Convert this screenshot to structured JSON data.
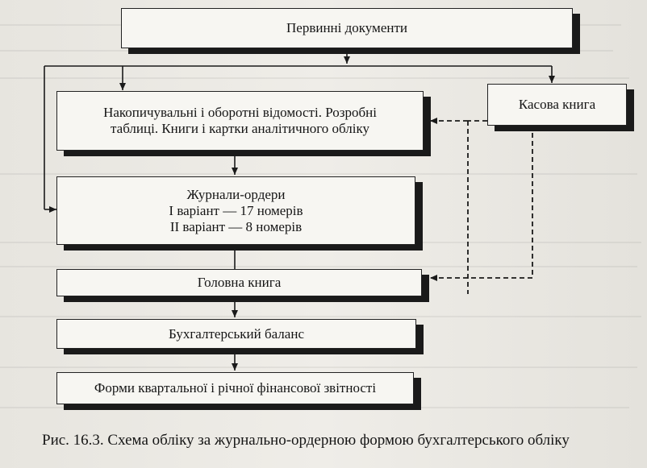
{
  "diagram": {
    "nodes": {
      "primary_docs": {
        "label": "Первинні документи"
      },
      "accumulative": {
        "lines": [
          "Накопичувальні і оборотні відомості. Розробні",
          "таблиці. Книги і картки аналітичного обліку"
        ]
      },
      "cash_book": {
        "label": "Касова книга"
      },
      "journals": {
        "lines": [
          "Журнали-ордери",
          "I варіант — 17 номерів",
          "II варіант — 8 номерів"
        ]
      },
      "general_ledger": {
        "label": "Головна книга"
      },
      "balance": {
        "label": "Бухгалтерський баланс"
      },
      "reports": {
        "label": "Форми квартальної і річної фінансової звітності"
      }
    },
    "edges": [
      {
        "from": "primary_docs",
        "to": "accumulative",
        "style": "solid"
      },
      {
        "from": "primary_docs",
        "to": "journals",
        "style": "solid"
      },
      {
        "from": "primary_docs",
        "to": "cash_book",
        "style": "solid"
      },
      {
        "from": "accumulative",
        "to": "journals",
        "style": "solid"
      },
      {
        "from": "cash_book",
        "to": "accumulative",
        "style": "dashed"
      },
      {
        "from": "cash_book",
        "to": "general_ledger",
        "style": "dashed"
      },
      {
        "from": "journals",
        "to": "general_ledger",
        "style": "solid"
      },
      {
        "from": "general_ledger",
        "to": "balance",
        "style": "solid"
      },
      {
        "from": "balance",
        "to": "reports",
        "style": "solid"
      }
    ]
  },
  "caption": "Рис. 16.3. Схема обліку за журнально-ордерною формою бухгалтерського обліку",
  "colors": {
    "ink": "#1a1a1a",
    "box_fill": "#f7f6f2",
    "paper": "#ebe9e4"
  }
}
